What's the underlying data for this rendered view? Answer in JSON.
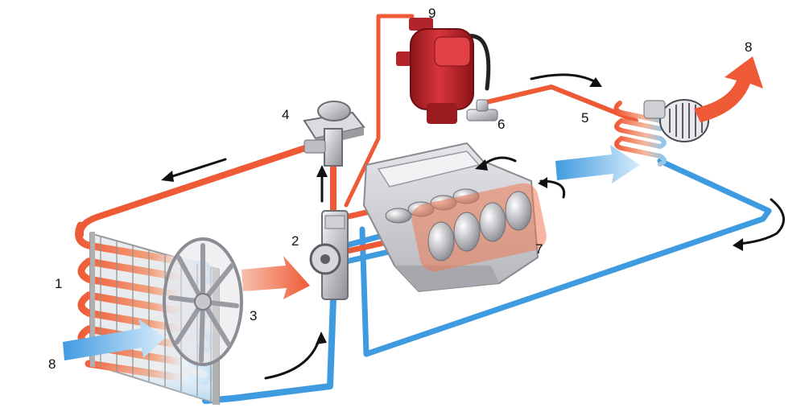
{
  "labels": {
    "radiator": "1",
    "pump": "2",
    "fan": "3",
    "thermostat": "4",
    "heater_core": "5",
    "tee_connector": "6",
    "engine": "7",
    "airflow_left": "8",
    "airflow_right": "8",
    "electric_heater": "9"
  },
  "colors": {
    "hot_pipe": "#ef5a36",
    "cold_pipe": "#3f9be0",
    "heater_body": "#c0272d",
    "engine_grey": "#cfcfd4",
    "arrow_dark": "#111111"
  }
}
